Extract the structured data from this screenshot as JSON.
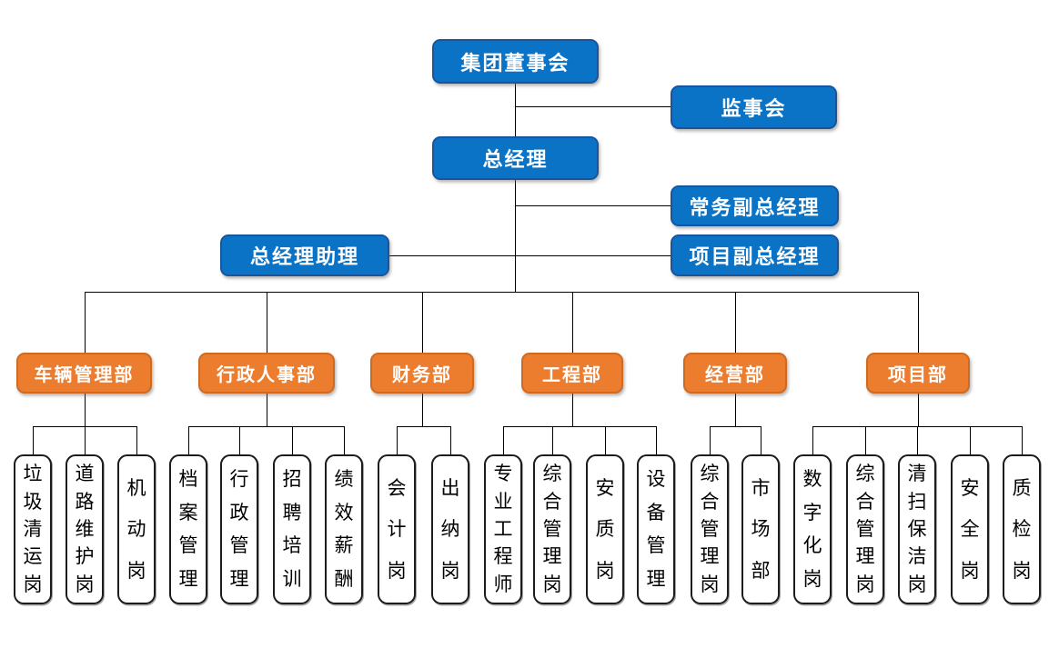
{
  "org": {
    "board": {
      "label": "集团董事会"
    },
    "supervisory": {
      "label": "监事会"
    },
    "gm": {
      "label": "总经理"
    },
    "exec_deputy_gm": {
      "label": "常务副总经理"
    },
    "gm_assistant": {
      "label": "总经理助理"
    },
    "project_deputy_gm": {
      "label": "项目副总经理"
    },
    "departments": [
      {
        "label": "车辆管理部",
        "positions": [
          "垃圾清运岗",
          "道路维护岗",
          "机动岗"
        ]
      },
      {
        "label": "行政人事部",
        "positions": [
          "档案管理",
          "行政管理",
          "招聘培训",
          "绩效薪酬"
        ]
      },
      {
        "label": "财务部",
        "positions": [
          "会计岗",
          "出纳岗"
        ]
      },
      {
        "label": "工程部",
        "positions": [
          "专业工程师",
          "综合管理岗",
          "安质岗",
          "设备管理"
        ]
      },
      {
        "label": "经营部",
        "positions": [
          "综合管理岗",
          "市场部"
        ]
      },
      {
        "label": "项目部",
        "positions": [
          "数字化岗",
          "综合管理岗",
          "清扫保洁岗",
          "安全岗",
          "质检岗"
        ]
      }
    ]
  },
  "colors": {
    "executive_fill": "#0B73C6",
    "executive_border": "#17559E",
    "department_fill": "#EC7C2E",
    "department_border": "#CF6A21",
    "position_border": "#1C1C1C",
    "connector_line": "#000000",
    "text_on_fill": "#FFFFFF",
    "position_text": "#000000"
  }
}
